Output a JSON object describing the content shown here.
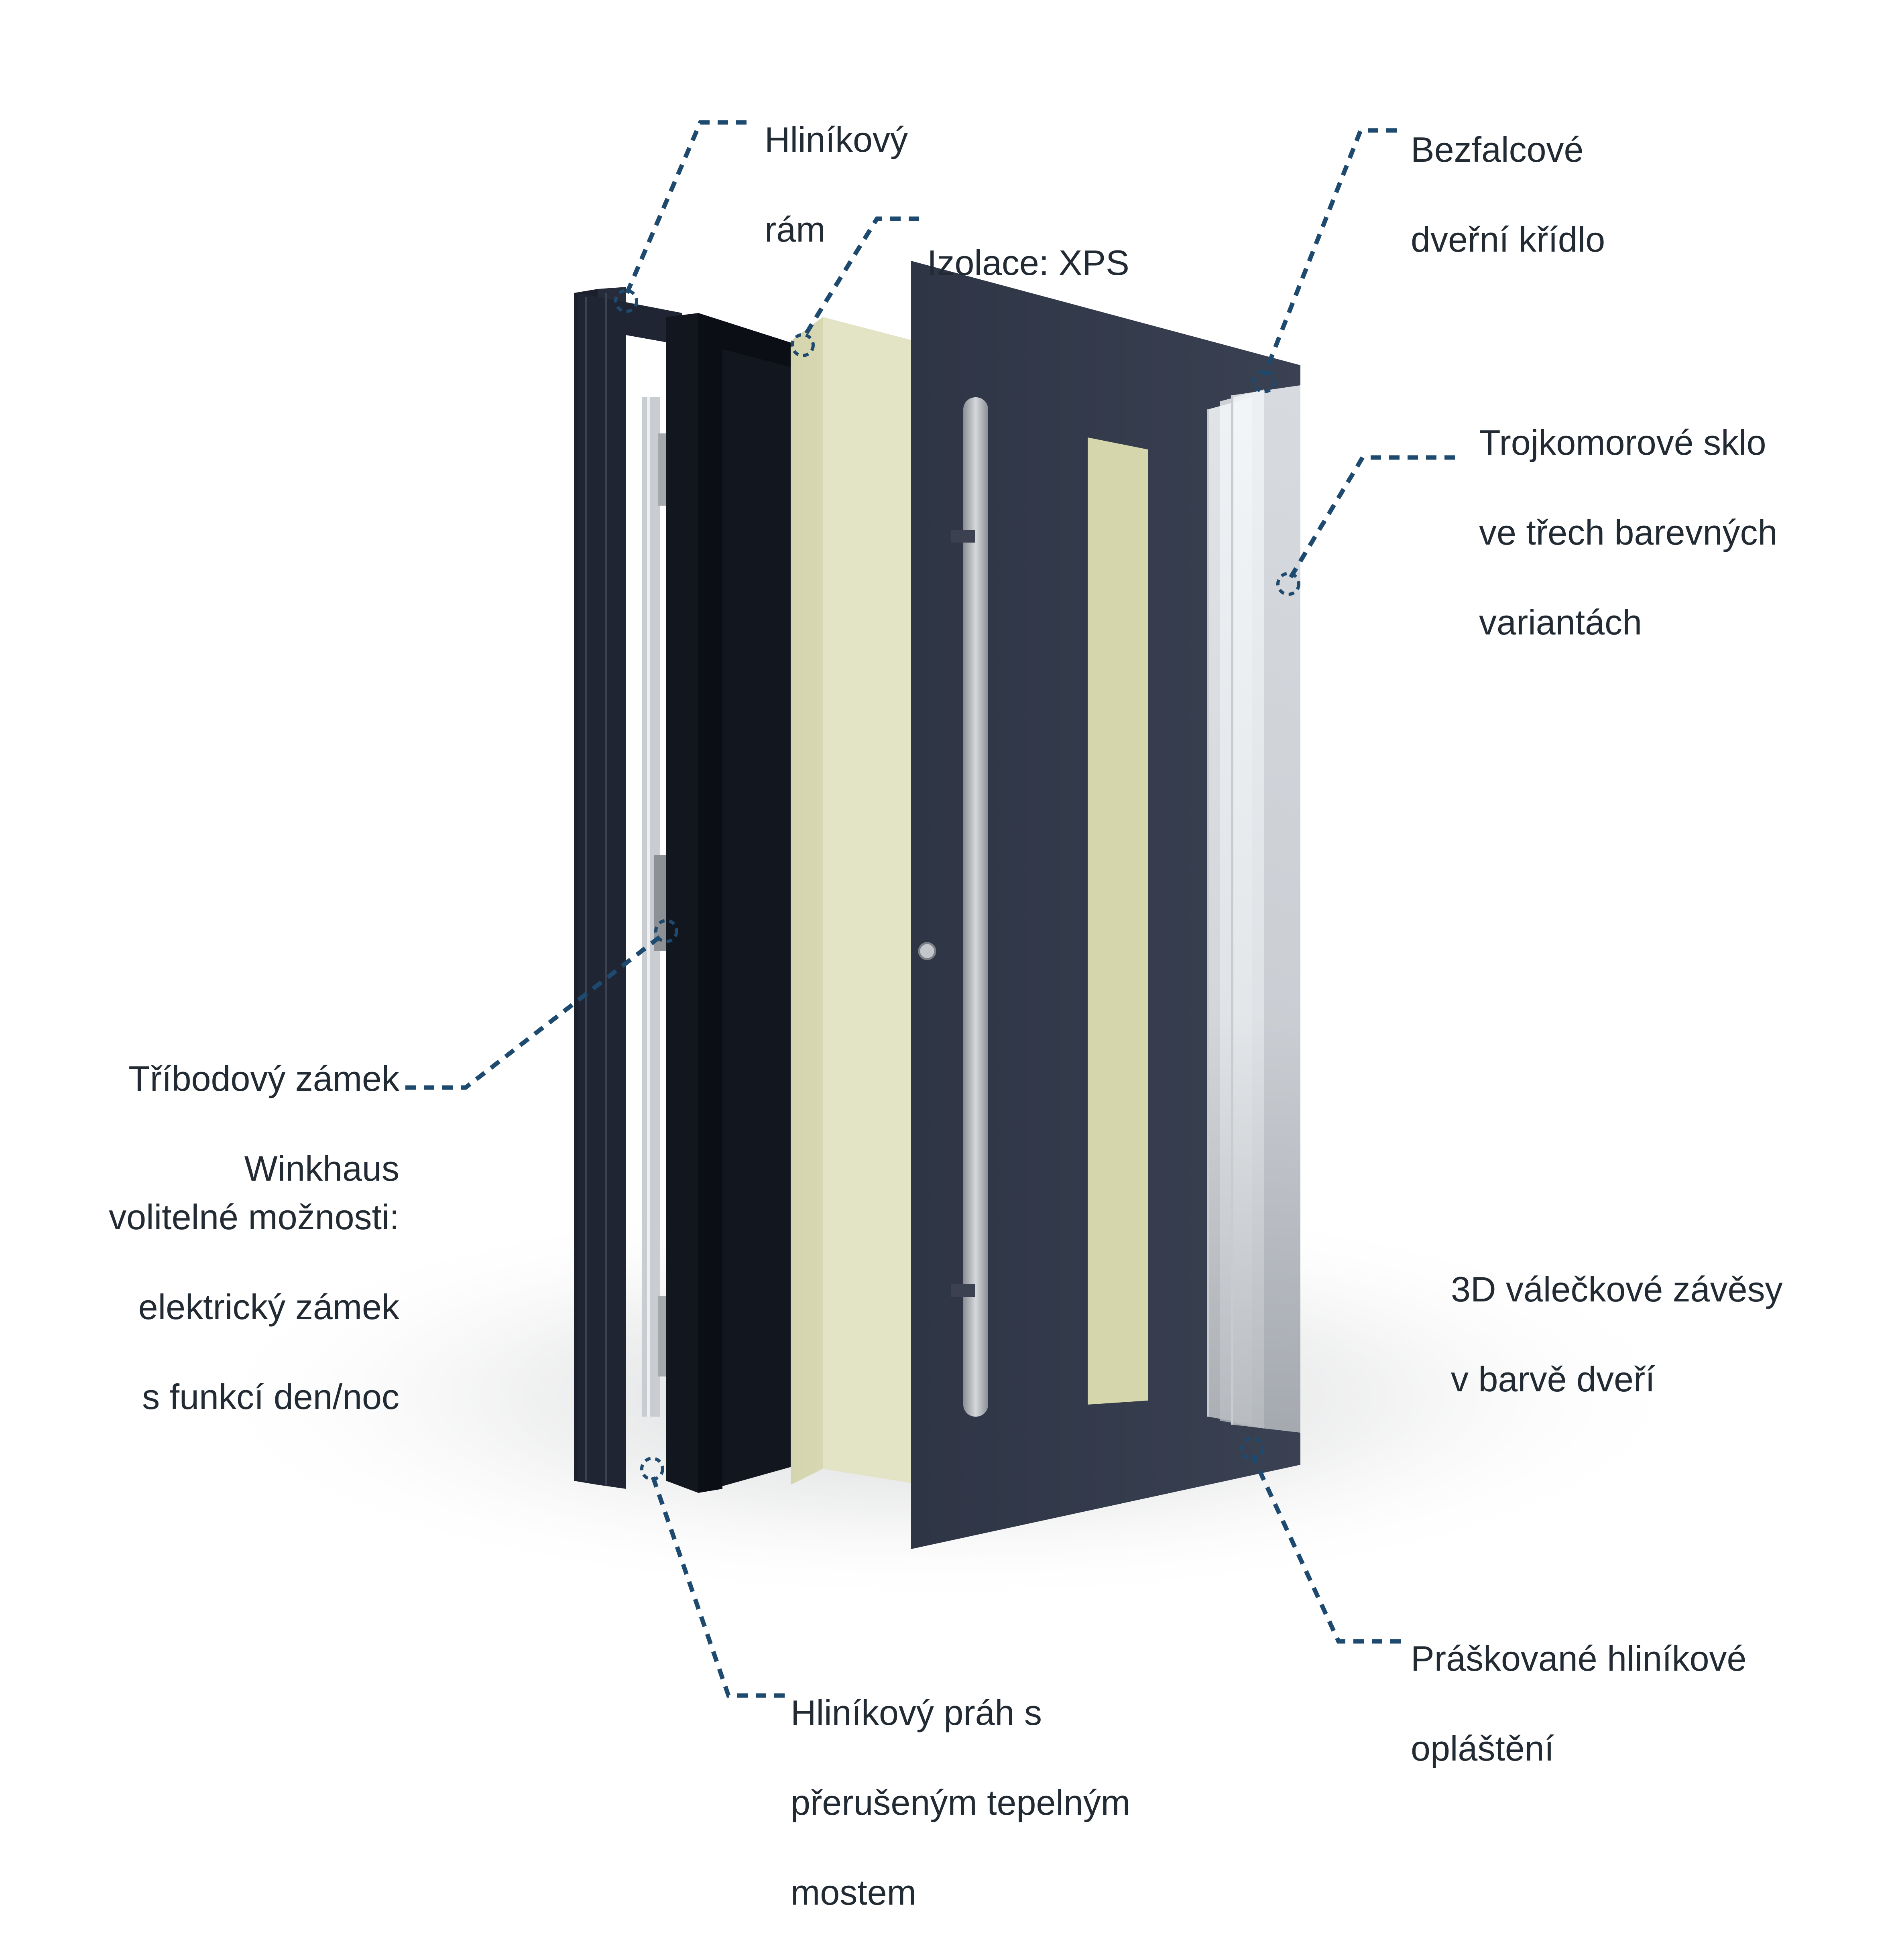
{
  "colors": {
    "leader": "#1d4a6e",
    "door_panel": "#343b4b",
    "frame": "#1f2533",
    "insulation": "#dcdcb8",
    "glass": "#eef2f4",
    "handle": "#b9bdc2",
    "text": "#222a33"
  },
  "labels": {
    "frame": {
      "lines": [
        "Hliníkový",
        "rám"
      ]
    },
    "insulation": {
      "lines": [
        "Izolace: XPS"
      ]
    },
    "sash": {
      "lines": [
        "Bezfalcové",
        "dveřní křídlo"
      ]
    },
    "glass": {
      "lines": [
        "Trojkomorové sklo",
        "ve třech barevných",
        "variantách"
      ]
    },
    "lock": {
      "lines": [
        "Tříbodový zámek",
        "Winkhaus"
      ]
    },
    "options": {
      "lines": [
        "volitelné možnosti:",
        "elektrický zámek",
        "s funkcí den/noc"
      ]
    },
    "hinges": {
      "lines": [
        "3D válečkové závěsy",
        "v barvě dveří"
      ]
    },
    "cladding": {
      "lines": [
        "Práškované hliníkové",
        "opláštění"
      ]
    },
    "threshold": {
      "lines": [
        "Hliníkový práh s",
        "přerušeným tepelným",
        "mostem"
      ]
    }
  }
}
